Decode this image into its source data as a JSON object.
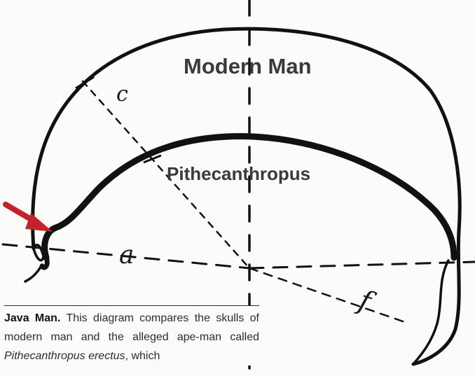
{
  "labels": {
    "modern": "Modern Man",
    "pithecanthropus": "Pithecanthropus",
    "mark_c": "c",
    "mark_a": "a",
    "mark_f": "f"
  },
  "caption": {
    "lead": "Java Man.",
    "text_1": " This diagram compares the skulls of modern man and the alleged ape-man called ",
    "species": "Pithecanthropus erectus",
    "text_2": ", which"
  },
  "colors": {
    "arrow": "#c4232b",
    "ink": "#111111",
    "paper": "#fbfbfa"
  }
}
